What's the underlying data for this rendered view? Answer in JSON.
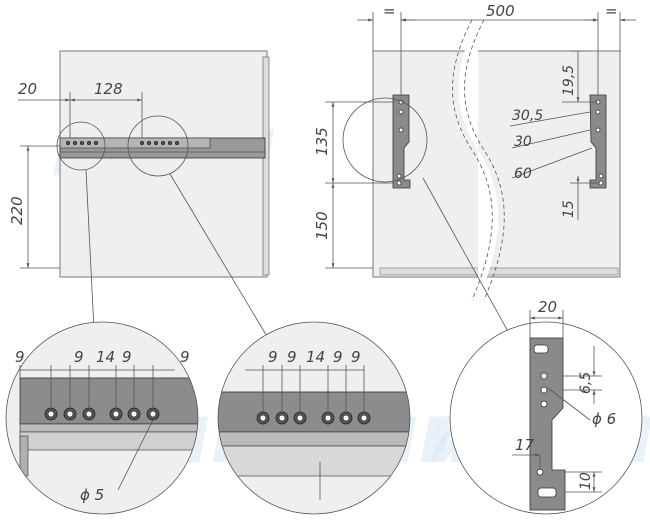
{
  "watermark": "ИМПИ",
  "left_view": {
    "dim_top_a": "20",
    "dim_top_b": "128",
    "dim_left": "220"
  },
  "right_view": {
    "dim_top_eq_left": "=",
    "dim_top_total": "500",
    "dim_top_eq_right": "=",
    "dim_195": "19,5",
    "dim_305": "30,5",
    "dim_30": "30",
    "dim_60": "60",
    "dim_15": "15",
    "dim_135": "135",
    "dim_150": "150"
  },
  "detail_1": {
    "top_dims": [
      "9",
      "9",
      "14",
      "9",
      "9"
    ],
    "dim_diameter": "ϕ 5"
  },
  "detail_2": {
    "top_dims": [
      "9",
      "9",
      "14",
      "9",
      "9"
    ]
  },
  "detail_3": {
    "dim_20": "20",
    "dim_65": "6,5",
    "dim_diameter": "ϕ 6",
    "dim_17": "17",
    "dim_10": "10"
  }
}
